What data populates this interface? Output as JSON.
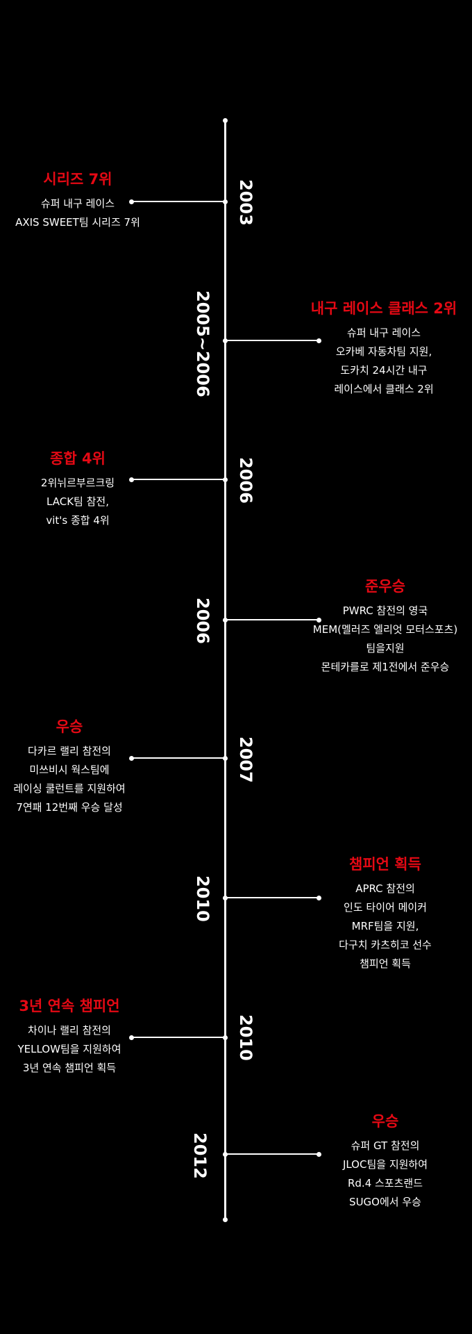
{
  "timeline": [
    {
      "year": "2003",
      "title": "시리즈 7위",
      "lines": [
        "슈퍼 내구 레이스",
        "AXIS SWEET팀 시리즈 7위"
      ]
    },
    {
      "year": "2005~2006",
      "title": "내구 레이스 클래스 2위",
      "lines": [
        "슈퍼 내구 레이스",
        "오카베 자동차팀 지원,",
        "도카치 24시간 내구",
        "레이스에서 클래스 2위"
      ]
    },
    {
      "year": "2006",
      "title": "종합 4위",
      "lines": [
        "2위뉘르부르크링",
        "LACK팀 참전,",
        "vit's 종합 4위"
      ]
    },
    {
      "year": "2006",
      "title": "준우승",
      "lines": [
        "PWRC 참전의 영국",
        "MEM(멜러즈 엘리엇 모터스포츠)",
        "팀을지원",
        "몬테카를로 제1전에서 준우승"
      ]
    },
    {
      "year": "2007",
      "title": "우승",
      "lines": [
        "다카르 랠리 참전의",
        "미쓰비시 웍스팀에",
        "레이싱 쿨런트를 지원하여",
        "7연패 12번째 우승 달성"
      ]
    },
    {
      "year": "2010",
      "title": "챔피언 획득",
      "lines": [
        "APRC 참전의",
        "인도 타이어 메이커",
        "MRF팀을 지원,",
        "다구치 카츠히코 선수",
        "챔피언 획득"
      ]
    },
    {
      "year": "2010",
      "title": "3년 연속 챔피언",
      "lines": [
        "차이나 랠리 참전의",
        "YELLOW팀을 지원하여",
        "3년 연속 챔피언 획득"
      ]
    },
    {
      "year": "2012",
      "title": "우승",
      "lines": [
        "슈퍼 GT 참전의",
        "JLOC팀을 지원하여",
        "Rd.4 스포츠랜드",
        "SUGO에서 우승"
      ]
    }
  ]
}
